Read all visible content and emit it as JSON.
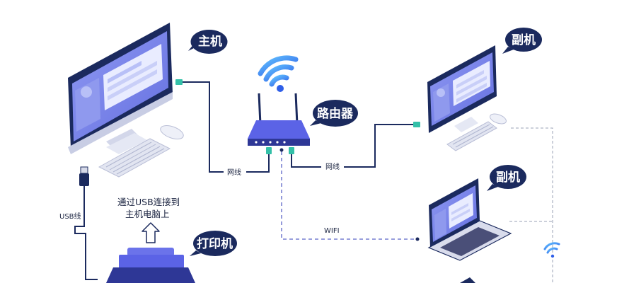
{
  "diagram": {
    "labels": {
      "host": "主机",
      "secondary_top": "副机",
      "secondary_laptop": "副机",
      "router": "路由器",
      "printer": "打印机"
    },
    "connections": {
      "cable_left": "网线",
      "cable_right": "网线",
      "usb": "USB线",
      "wifi": "WIFI"
    },
    "note": {
      "line1": "通过USB连接到",
      "line2": "主机电脑上"
    }
  },
  "colors": {
    "navy": "#1b2a5e",
    "blue": "#5b63e6",
    "screen": "#7b86e8",
    "wifi": "#3a8ef5",
    "line": "#1b2a5e",
    "dash": "#5b63c6"
  }
}
